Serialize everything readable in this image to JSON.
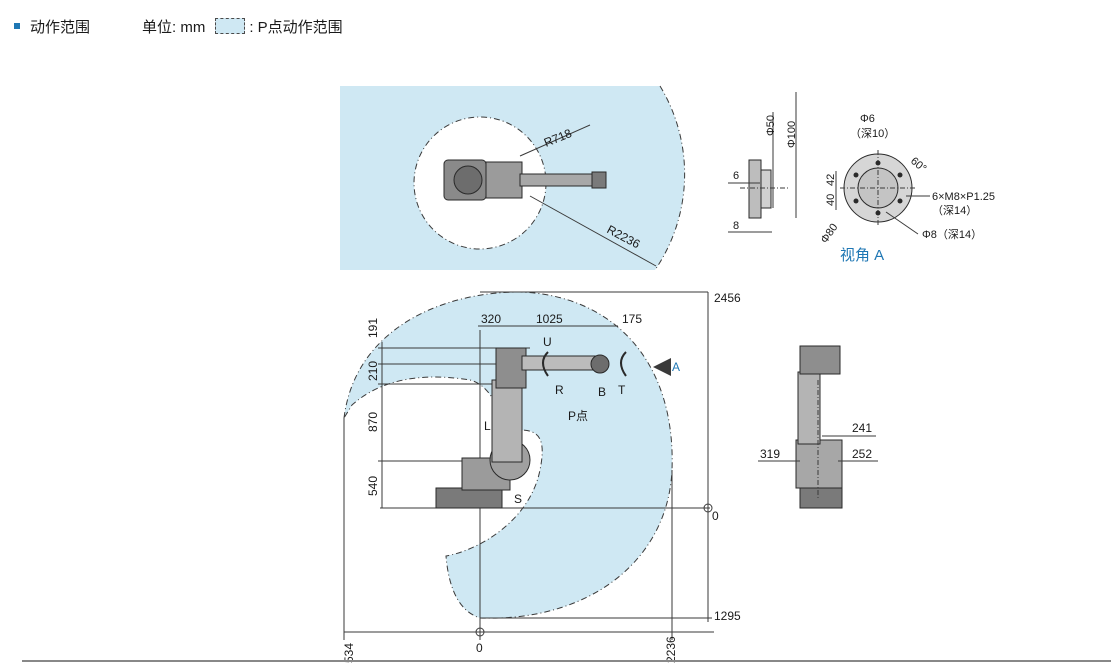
{
  "header": {
    "section_title": "动作范围",
    "unit_label": "单位: mm",
    "legend_text": ": P点动作范围"
  },
  "colors": {
    "range_fill": "#cfe8f3",
    "accent_blue": "#1f77b4",
    "line": "#3a3a3a"
  },
  "top_view": {
    "r_inner": "R718",
    "r_outer": "R2236"
  },
  "flange_view": {
    "phi50": "Φ50",
    "phi100": "Φ100",
    "d6": "6",
    "d8": "8",
    "d42": "42",
    "d40": "40",
    "phi80": "Φ80",
    "phi6": "Φ6",
    "phi6_depth": "（深10）",
    "angle": "60°",
    "thread": "6×M8×P1.25",
    "thread_depth": "（深14）",
    "phi8": "Φ8（深14）",
    "caption": "视角 A"
  },
  "side_view": {
    "d191": "191",
    "d210": "210",
    "d870": "870",
    "d540": "540",
    "d320": "320",
    "d1025": "1025",
    "d175": "175",
    "h2456": "2456",
    "h0": "0",
    "h1295": "1295",
    "x534": "534",
    "x0": "0",
    "x2236": "2236",
    "axis_u": "U",
    "axis_r": "R",
    "axis_b": "B",
    "axis_t": "T",
    "axis_l": "L",
    "axis_s": "S",
    "p_point": "P点",
    "view_a": "A"
  },
  "rear_view": {
    "d241": "241",
    "d319": "319",
    "d252": "252"
  }
}
